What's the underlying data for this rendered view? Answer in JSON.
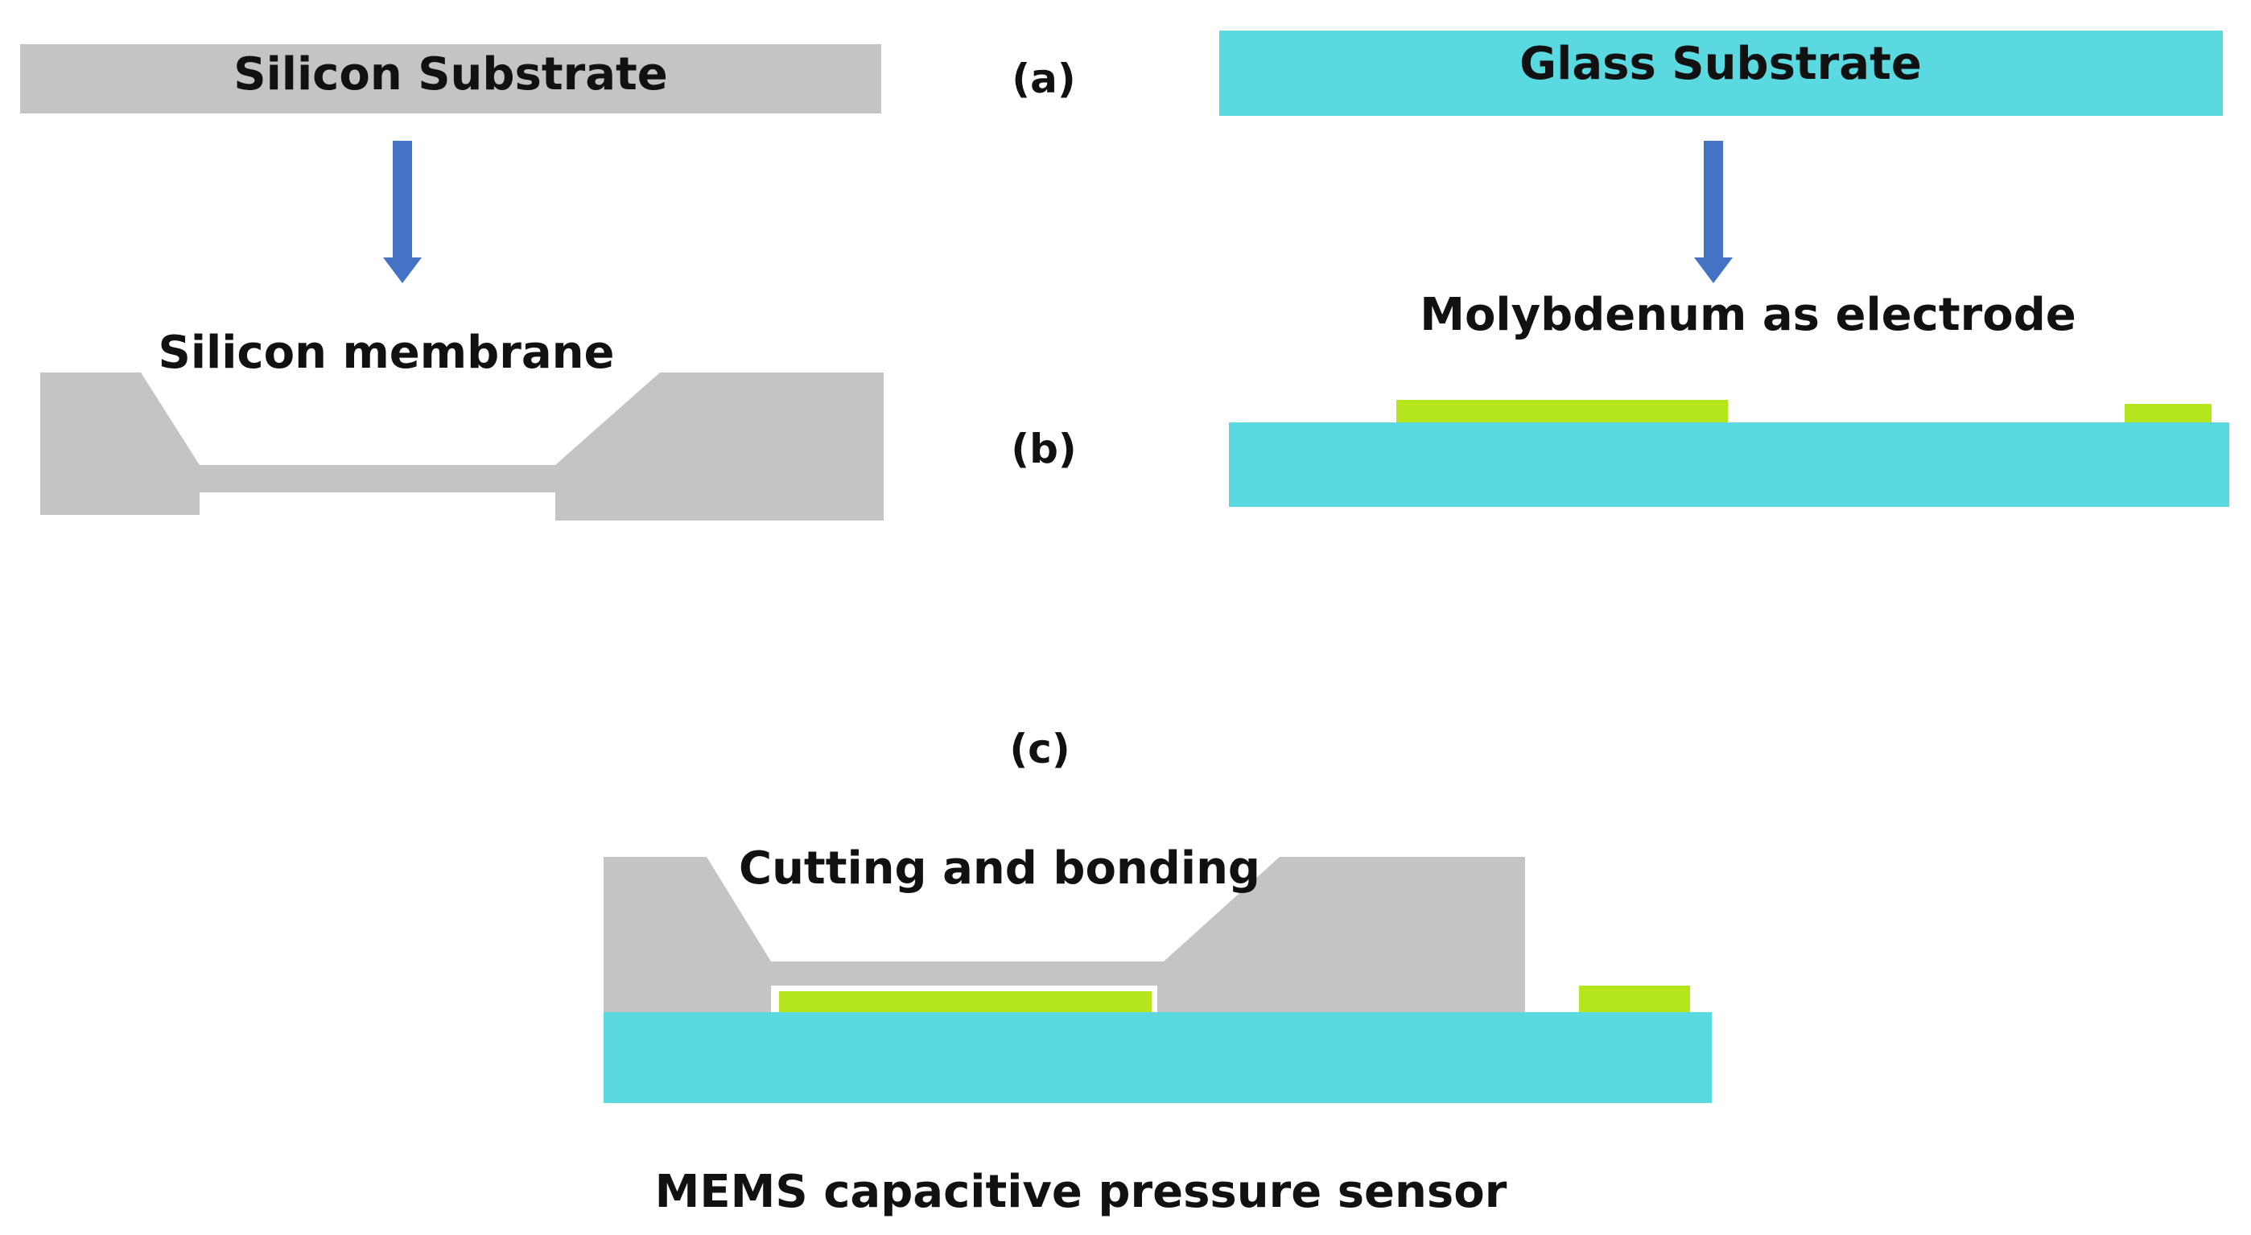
{
  "colors": {
    "silicon": "#c4c4c4",
    "glass": "#5bd9e0",
    "molybdenum": "#b5e61d",
    "arrow": "#4472c4",
    "text": "#111111",
    "background": "#ffffff"
  },
  "steps": {
    "a": "(a)",
    "b": "(b)",
    "c": "(c)"
  },
  "silicon": {
    "substrate_label": "Silicon Substrate",
    "membrane_label": "Silicon membrane"
  },
  "glass": {
    "substrate_label": "Glass Substrate",
    "electrode_label": "Molybdenum as electrode"
  },
  "assembly": {
    "process_label": "Cutting and bonding",
    "device_label": "MEMS capacitive pressure sensor"
  }
}
